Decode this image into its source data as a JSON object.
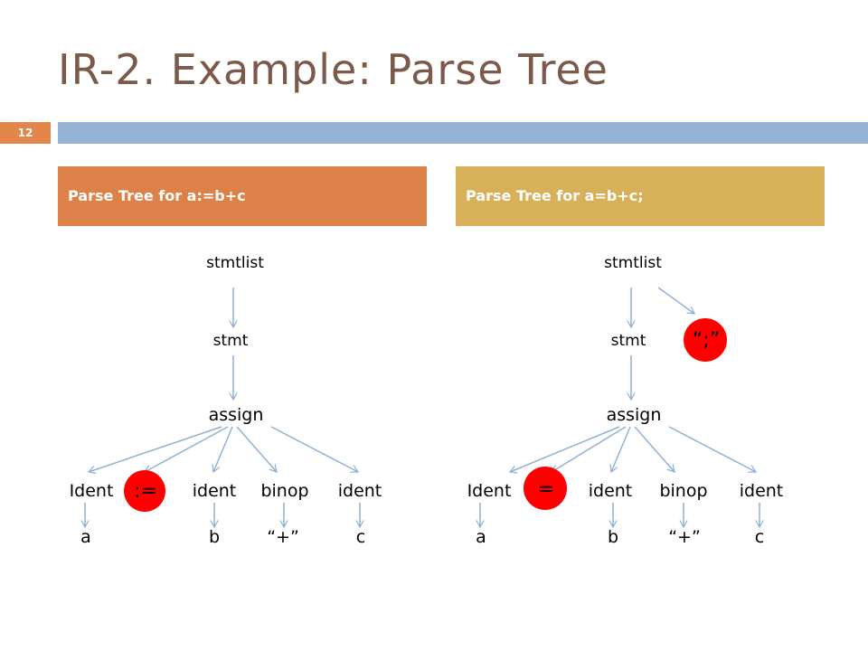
{
  "slide": {
    "title": "IR-2. Example: Parse Tree",
    "number": "12"
  },
  "left_tree": {
    "header": "Parse Tree  for a:=b+c",
    "root": "stmtlist",
    "stmt": "stmt",
    "assign": "assign",
    "children": [
      "Ident",
      ":=",
      "ident",
      "binop",
      "ident"
    ],
    "leaves": [
      "a",
      "b",
      "“+”",
      "c"
    ]
  },
  "right_tree": {
    "header": "Parse Tree for a=b+c;",
    "root": "stmtlist",
    "stmt": "stmt",
    "semicolon": "“;”",
    "assign": "assign",
    "children": [
      "Ident",
      "=",
      "ident",
      "binop",
      "ident"
    ],
    "leaves": [
      "a",
      "b",
      "“+”",
      "c"
    ]
  },
  "colors": {
    "title": "#7b5a4b",
    "slide_number_bg": "#e2864c",
    "top_bar": "#94b3d3",
    "left_header": "#dc8147",
    "right_header": "#d8b05a",
    "arrow": "#8fb1d3",
    "operator_node": "#ff0000"
  }
}
